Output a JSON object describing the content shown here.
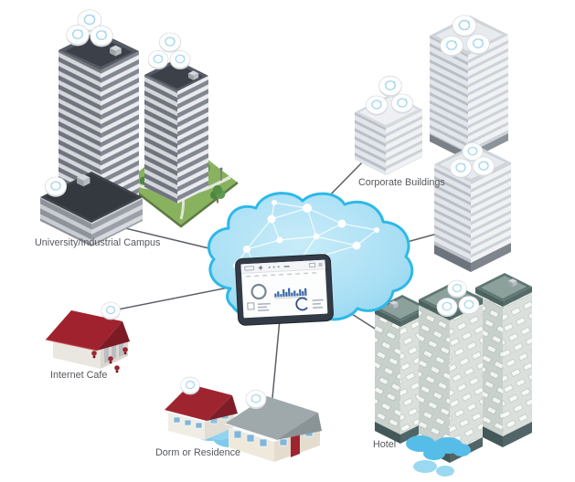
{
  "figure": {
    "type": "network-topology-illustration",
    "description": "Isometric buildings connected by lines to a central cloud containing a controller dashboard tablet"
  },
  "sites": {
    "campus": {
      "label": "University/Industrial Campus",
      "access_points": 7
    },
    "corporate": {
      "label": "Corporate Buildings",
      "access_points": 9
    },
    "cafe": {
      "label": "Internet Cafe",
      "access_points": 1
    },
    "dorm": {
      "label": "Dorm or Residence",
      "access_points": 2
    },
    "hotel": {
      "label": "Hotel",
      "access_points": 3
    }
  },
  "connections": [
    {
      "from": "cloud",
      "to": "campus"
    },
    {
      "from": "cloud",
      "to": "corporate-small-building"
    },
    {
      "from": "cloud",
      "to": "corporate-tower"
    },
    {
      "from": "cloud",
      "to": "hotel"
    },
    {
      "from": "cloud",
      "to": "cafe"
    },
    {
      "from": "cloud-tablet",
      "to": "dorm"
    }
  ],
  "tablet": {
    "widgets": [
      "donut-chart",
      "bar-chart",
      "gauge",
      "stat-lines"
    ]
  },
  "icons": {
    "access-point-icon": "white disc with light-blue ring",
    "cloud": "puffy cloud with white node-link mesh",
    "tree-icon": "green foliage cluster with trunk"
  },
  "colors": {
    "cloud_stroke": "#2db9e8",
    "cloud_fill": "#a9dff4",
    "connection_line": "#5b5f66",
    "label_text": "#55585c",
    "roof_red": "#9e2430",
    "hotel_teal": "#5f7672",
    "pool_blue": "#55bde8",
    "chart_blue": "#3a66a5",
    "park_green": "#88b25e"
  }
}
